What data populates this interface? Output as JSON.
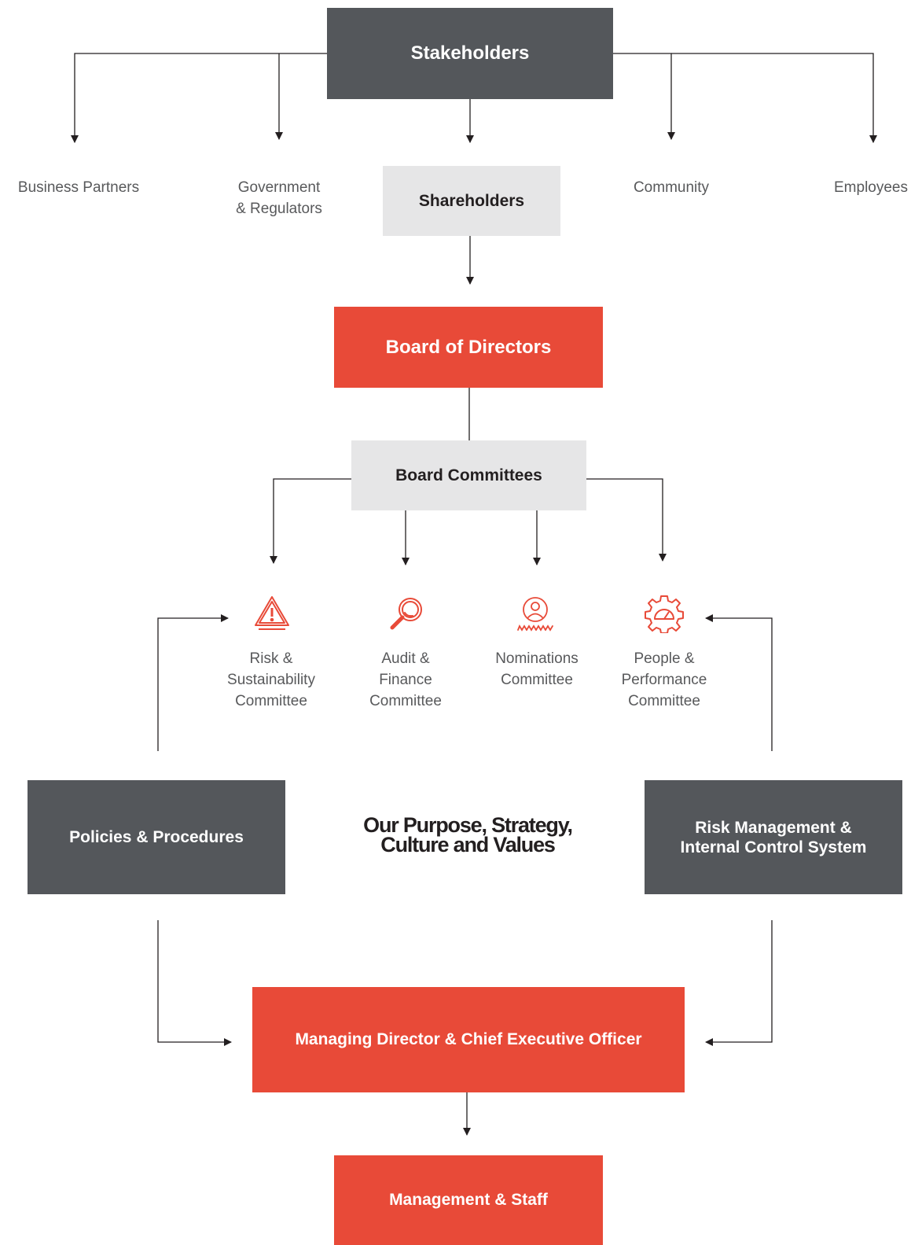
{
  "colors": {
    "dark": "#54575b",
    "light": "#e6e6e7",
    "red": "#e84a38",
    "line": "#231f20"
  },
  "stakeholders": "Stakeholders",
  "stakeholder_groups": {
    "business_partners": "Business Partners",
    "government": "Government\n& Regulators",
    "shareholders": "Shareholders",
    "community": "Community",
    "employees": "Employees"
  },
  "board_of_directors": "Board of Directors",
  "board_committees": "Board Committees",
  "committees": [
    {
      "icon": "warning-triangle-icon",
      "label": "Risk &\nSustainability\nCommittee"
    },
    {
      "icon": "magnifier-icon",
      "label": "Audit &\nFinance\nCommittee"
    },
    {
      "icon": "people-group-icon",
      "label": "Nominations\nCommittee"
    },
    {
      "icon": "gear-gauge-icon",
      "label": "People &\nPerformance\nCommittee"
    }
  ],
  "policies": "Policies & Procedures",
  "purpose": "Our Purpose, Strategy,\nCulture and Values",
  "risk_management": "Risk Management &\nInternal Control System",
  "md_ceo": "Managing Director & Chief Executive Officer",
  "management_staff": "Management & Staff"
}
